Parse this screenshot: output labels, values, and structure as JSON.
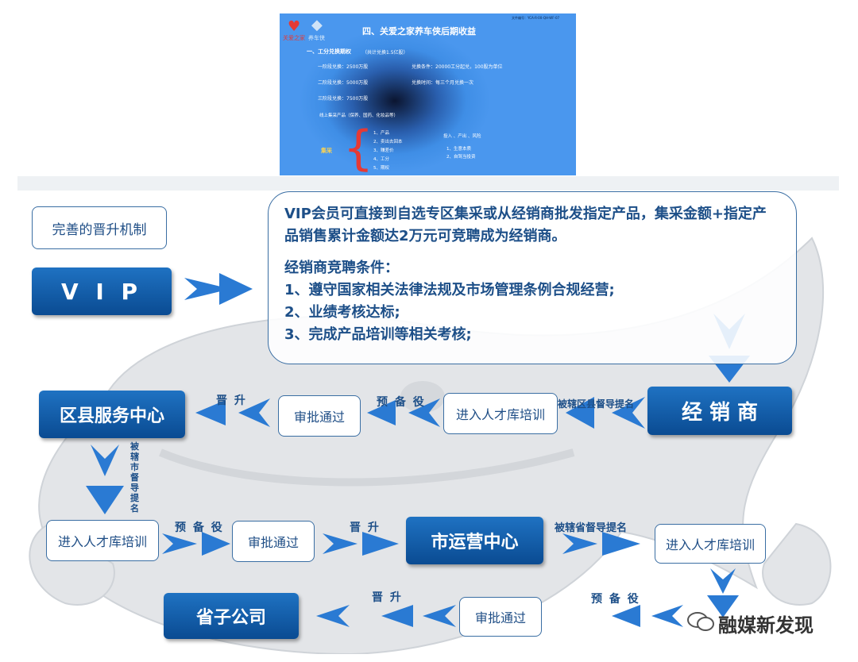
{
  "slide": {
    "header_meta": "文件编号：YCA-R-00-QH-WF-07",
    "logo1_text": "关爱之家",
    "logo2_text": "养车侠",
    "title": "四、关爱之家养车侠后期收益",
    "section": "一、工分兑换期权",
    "section_note": "（共计兑换1.5亿股）",
    "stage1": "一阶段兑换：2500万股",
    "stage2": "二阶段兑换：5000万股",
    "stage3": "三阶段兑换：7500万股",
    "cond1": "兑换条件：20000工分起兑，100股为单位",
    "cond2": "兑换时间：每三个月兑换一次",
    "online": "线上集采产品（保养、国药、化妆品等）",
    "jicai": "集采",
    "items": [
      "1、产品",
      "2、卖出去回本",
      "3、赚差价",
      "4、工分",
      "5、期权"
    ],
    "right_head": "投入 、产出 、风险",
    "right_items": [
      "1、生意本质",
      "2、自驾当投资"
    ]
  },
  "diagram": {
    "mechanism_label": "完善的晋升机制",
    "vip": "V I P",
    "callout_line1": "VIP会员可直接到自选专区集采或从经销商批发指定产品，集采金额+指定产品销售累计金额达2万元可竞聘成为经销商。",
    "callout_head": "经销商竞聘条件：",
    "callout_items": [
      "1、遵守国家相关法律法规及市场管理条例合规经营;",
      "2、业绩考核达标;",
      "3、完成产品培训等相关考核;"
    ],
    "dealer": "经 销 商",
    "county_center": "区县服务中心",
    "city_center": "市运营中心",
    "province": "省子公司",
    "talent_training": "进入人才库培训",
    "approved": "审批通过",
    "promote": "晋 升",
    "reserve": "预 备 役",
    "nominated_county": "被辖区县督导提名",
    "nominated_city": "被辖市督导提名",
    "nominated_province": "被辖省督导提名",
    "watermark": "融媒新发现"
  }
}
